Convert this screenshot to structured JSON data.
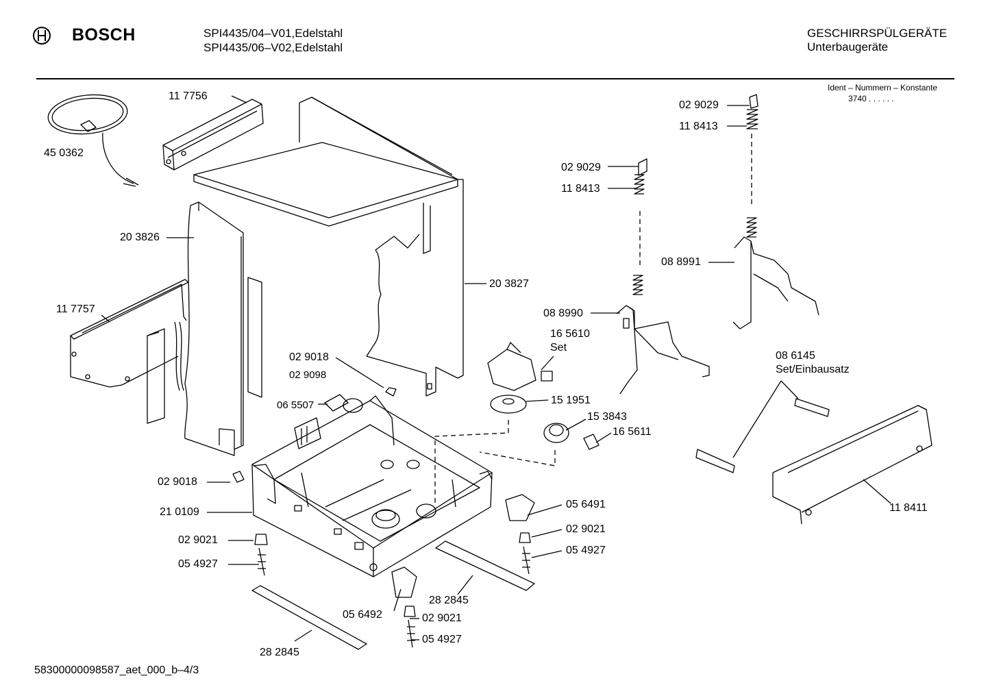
{
  "header": {
    "brand": "BOSCH",
    "model_line_1": "SPI4435/04–V01,Edelstahl",
    "model_line_2": "SPI4435/06–V02,Edelstahl",
    "category": "GESCHIRRSPÜLGERÄTE",
    "subcategory": "Unterbaugeräte",
    "ident_title": "Ident – Nummern – Konstante",
    "ident_value": "3740  .  .  .  .  .  ."
  },
  "footer": {
    "doc_id": "58300000098587_aet_000_b–4/3"
  },
  "parts": [
    {
      "id": "p1",
      "text": "11 7756"
    },
    {
      "id": "p2",
      "text": "45 0362"
    },
    {
      "id": "p3",
      "text": "20 3826"
    },
    {
      "id": "p4",
      "text": "11 7757"
    },
    {
      "id": "p5",
      "text": "20 3827"
    },
    {
      "id": "p6",
      "text": "02 9018"
    },
    {
      "id": "p7",
      "text": "02 9098"
    },
    {
      "id": "p8",
      "text": "06 5507"
    },
    {
      "id": "p9",
      "text": "02 9018"
    },
    {
      "id": "p10",
      "text": "21 0109"
    },
    {
      "id": "p11",
      "text": "02 9021"
    },
    {
      "id": "p12",
      "text": "05 4927"
    },
    {
      "id": "p13",
      "text": "28 2845"
    },
    {
      "id": "p14",
      "text": "05 6492"
    },
    {
      "id": "p15",
      "text": "02 9021"
    },
    {
      "id": "p16",
      "text": "05 4927"
    },
    {
      "id": "p17",
      "text": "28 2845"
    },
    {
      "id": "p18",
      "text": "05 6491"
    },
    {
      "id": "p19",
      "text": "02 9021"
    },
    {
      "id": "p20",
      "text": "05 4927"
    },
    {
      "id": "p21",
      "text": "15 1951"
    },
    {
      "id": "p22",
      "text": "15 3843"
    },
    {
      "id": "p23",
      "text": "16 5611"
    },
    {
      "id": "p24",
      "text": "16 5610"
    },
    {
      "id": "p25",
      "text": "Set"
    },
    {
      "id": "p26",
      "text": "08 8990"
    },
    {
      "id": "p27",
      "text": "02 9029"
    },
    {
      "id": "p28",
      "text": "11 8413"
    },
    {
      "id": "p29",
      "text": "02 9029"
    },
    {
      "id": "p30",
      "text": "11 8413"
    },
    {
      "id": "p31",
      "text": "08 8991"
    },
    {
      "id": "p32",
      "text": "08 6145"
    },
    {
      "id": "p33",
      "text": "Set/Einbausatz"
    },
    {
      "id": "p34",
      "text": "11 8411"
    }
  ]
}
